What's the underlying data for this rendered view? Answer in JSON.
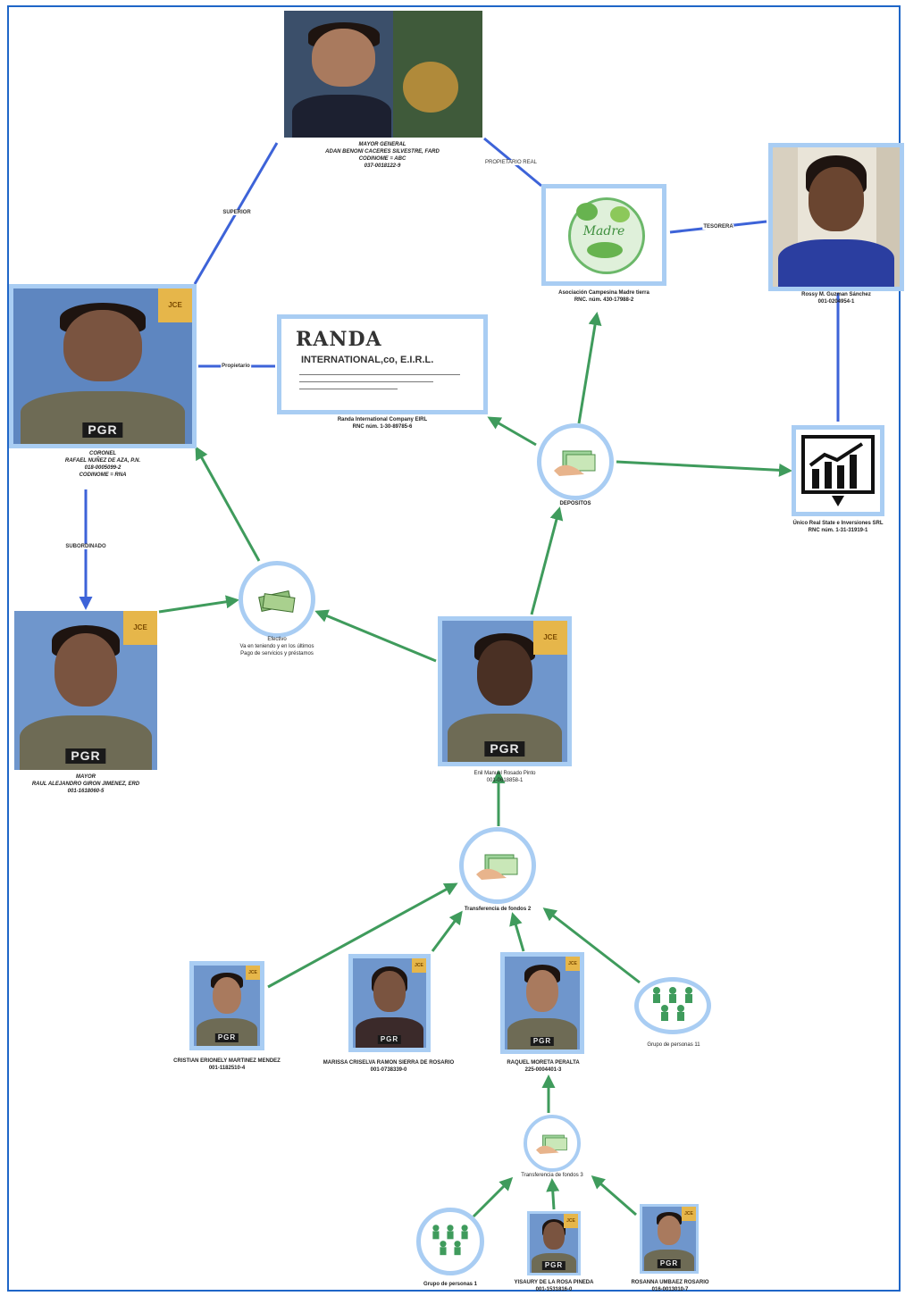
{
  "nodes": {
    "adan": {
      "line1": "MAYOR GENERAL",
      "line2": "ADAN BENONI CACERES SILVESTRE, FARD",
      "line3": "CODINOME = ABC",
      "line4": "037-0018122-9"
    },
    "rafael": {
      "line1": "CORONEL",
      "line2": "RAFAEL NUÑEZ DE AZA, P.N.",
      "line3": "018-0005099-2",
      "line4": "CODINOME = RNA",
      "badge": "PGR"
    },
    "raul": {
      "line1": "MAYOR",
      "line2": "RAUL ALEJANDRO GIRON JIMENEZ, ERD",
      "line3": "001-1618060-5",
      "badge": "PGR"
    },
    "randa": {
      "logo_title": "RANDA",
      "logo_sub": "INTERNATIONAL,co, E.I.R.L.",
      "line1": "Randa International Company EIRL",
      "line2": "RNC núm. 1-30-89785-6"
    },
    "madre": {
      "logo_text": "Madre",
      "line1": "Asociación Campesina Madre tierra",
      "line2": "RNC. núm. 430-17988-2"
    },
    "rossy": {
      "line1": "Rossy M. Guzman Sánchez",
      "line2": "001-0204954-1"
    },
    "depositos": {
      "line1": "DEPOSITOS"
    },
    "unico": {
      "line1": "Único Real State e Inversiones SRL",
      "line2": "RNC núm. 1-31-31919-1"
    },
    "efectivo": {
      "line1": "Efectivo",
      "line2": "Va en teniendo y en los últimos",
      "line3": "Pago de servicios y préstamos"
    },
    "center": {
      "line1": "Enil Manuel Rosado Pinto",
      "line2": "001-0618858-1",
      "badge": "PGR"
    },
    "transf2": {
      "line1": "Transferencia de fondos 2"
    },
    "cristian": {
      "line1": "CRISTIAN ERIONELY MARTINEZ MENDEZ",
      "line2": "001-1182510-4",
      "badge": "PGR"
    },
    "marisa": {
      "line1": "MARISSA CRISELVA RAMON SIERRA DE ROSARIO",
      "line2": "001-0738339-0",
      "badge": "PGR"
    },
    "raquel": {
      "line1": "RAQUEL MORETA PERALTA",
      "line2": "225-0004401-3",
      "badge": "PGR"
    },
    "grupo11": {
      "line1": "Grupo de personas 11"
    },
    "transf3": {
      "line1": "Transferencia de fondos 3"
    },
    "grupo1": {
      "line1": "Grupo de personas 1"
    },
    "yisaury": {
      "line1": "YISAURY DE LA ROSA PINEDA",
      "line2": "001-1531816-0",
      "badge": "PGR"
    },
    "rosanna": {
      "line1": "ROSANNA UMBAEZ ROSARIO",
      "line2": "016-0013010-7",
      "badge": "PGR"
    }
  },
  "edge_labels": {
    "superior": "SUPERIOR",
    "propietario_real": "PROPIETARIO REAL",
    "tesorera": "TESORERA",
    "propietario": "Propietario",
    "subordinado": "SUBORDINADO"
  },
  "colors": {
    "blue_edge": "#3d63d8",
    "green_edge": "#3f9b5c",
    "frame": "#a9cdf3"
  }
}
